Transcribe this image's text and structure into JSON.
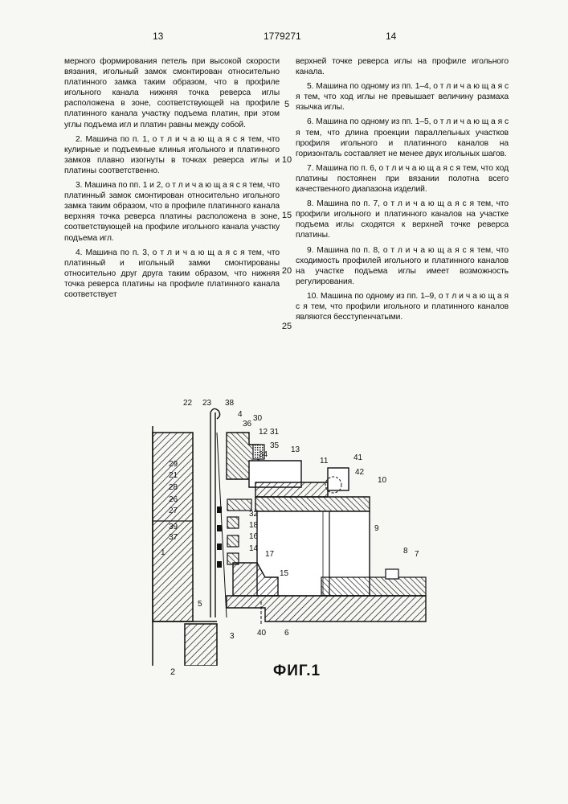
{
  "header": {
    "page_left": "13",
    "patent_number": "1779271",
    "page_right": "14"
  },
  "left_column": [
    "мерного формирования петель при высокой скорости вязания, игольный замок смонтирован относительно платинного замка таким образом, что в профиле игольного канала нижняя точка реверса иглы расположена в зоне, соответствующей на профиле платинного канала участку подъема платин, при этом углы подъема игл и платин равны между собой.",
    "2. Машина по п. 1, о т л и ч а ю щ а я с я тем, что кулирные и подъемные клинья игольного и платинного замков плавно изогнуты в точках реверса иглы и платины соответственно.",
    "3. Машина по пп. 1 и 2, о т л и ч а ю щ а я с я тем, что платинный замок смонтирован относительно игольного замка таким образом, что в профиле платинного канала верхняя точка реверса платины расположена в зоне, соответствующей на профиле игольного канала участку подъема игл.",
    "4. Машина по п. 3, о т л и ч а ю щ а я с я тем, что платинный и игольный замки смонтированы относительно друг друга таким образом, что нижняя точка реверса платины на профиле платинного канала соответствует"
  ],
  "right_column": [
    "верхней точке реверса иглы на профиле игольного канала.",
    "5. Машина по одному из пп. 1–4, о т л и ч а ю щ а я с я тем, что ход иглы не превышает величину размаха язычка иглы.",
    "6. Машина по одному из пп. 1–5, о т л и ч а ю щ а я с я тем, что длина проекции параллельных участков профиля игольного и платинного каналов на горизонталь составляет не менее двух игольных шагов.",
    "7. Машина по п. 6, о т л и ч а ю щ а я с я тем, что ход платины постоянен при вязании полотна всего качественного диапазона изделий.",
    "8. Машина по п. 7, о т л и ч а ю щ а я с я тем, что профили игольного и платинного каналов на участке подъема иглы сходятся к верхней точке реверса платины.",
    "9. Машина по п. 8, о т л и ч а ю щ а я с я тем, что сходимость профилей игольного и платинного каналов на участке подъема иглы имеет возможность регулирования.",
    "10. Машина по одному из пп. 1–9, о т л и ч а ю щ а я с я тем, что профили игольного и платинного каналов являются бесступенчатыми."
  ],
  "line_numbers": [
    "5",
    "10",
    "15",
    "20",
    "25"
  ],
  "figure": {
    "caption": "ФИГ.1",
    "labels": [
      "22",
      "23",
      "38",
      "4",
      "30",
      "36",
      "12",
      "31",
      "35",
      "13",
      "34",
      "11",
      "41",
      "42",
      "10",
      "29",
      "21",
      "28",
      "26",
      "27",
      "32",
      "18",
      "16",
      "14",
      "17",
      "9",
      "39",
      "37",
      "1",
      "15",
      "8",
      "7",
      "5",
      "3",
      "40",
      "6",
      "2"
    ]
  }
}
